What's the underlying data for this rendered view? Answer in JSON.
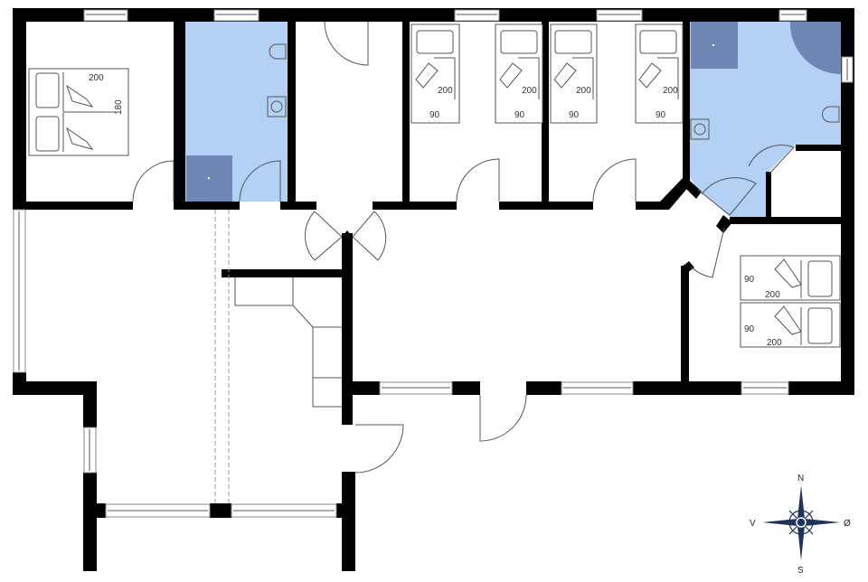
{
  "colors": {
    "wall": "#000000",
    "bathroom": "#b3d1f5",
    "shower": "#6f87b6",
    "compass": "#1f3358"
  },
  "bedroom_1": {
    "bed_length": "200",
    "bed_width": "180"
  },
  "bedroom_2": {
    "beds": [
      {
        "length": "200",
        "width": "90"
      },
      {
        "length": "200",
        "width": "90"
      }
    ]
  },
  "bedroom_3": {
    "beds": [
      {
        "length": "200",
        "width": "90"
      },
      {
        "length": "200",
        "width": "90"
      }
    ]
  },
  "bedroom_4": {
    "beds": [
      {
        "length": "200",
        "width": "90"
      },
      {
        "length": "200",
        "width": "90"
      }
    ]
  },
  "compass": {
    "north": "N",
    "south": "S",
    "west": "V",
    "east": "Ø"
  }
}
